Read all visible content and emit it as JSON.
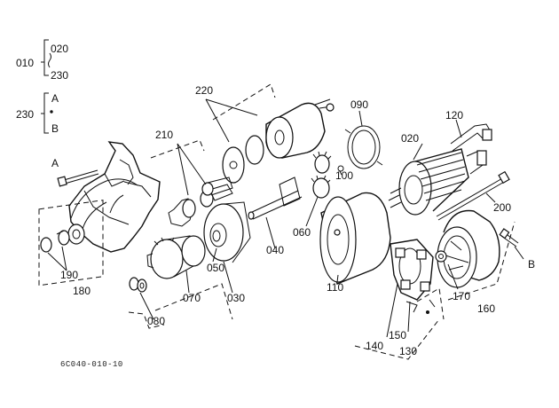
{
  "legend": {
    "group1": {
      "code": "010",
      "top": "020",
      "bottom": "230"
    },
    "group2": {
      "code": "230",
      "top": "A",
      "bottom": "B"
    }
  },
  "callouts": {
    "c220": "220",
    "c210": "210",
    "c090": "090",
    "c120": "120",
    "c020": "020",
    "c100": "100",
    "c200": "200",
    "c060": "060",
    "c040": "040",
    "c050": "050",
    "c070": "070",
    "c030": "030",
    "c110": "110",
    "c190": "190",
    "c180": "180",
    "c080": "080",
    "c140": "140",
    "c150": "150",
    "c130": "130",
    "c170": "170",
    "c160": "160",
    "cA": "A",
    "cB": "B"
  },
  "drawing_number": "6C040-010-10"
}
